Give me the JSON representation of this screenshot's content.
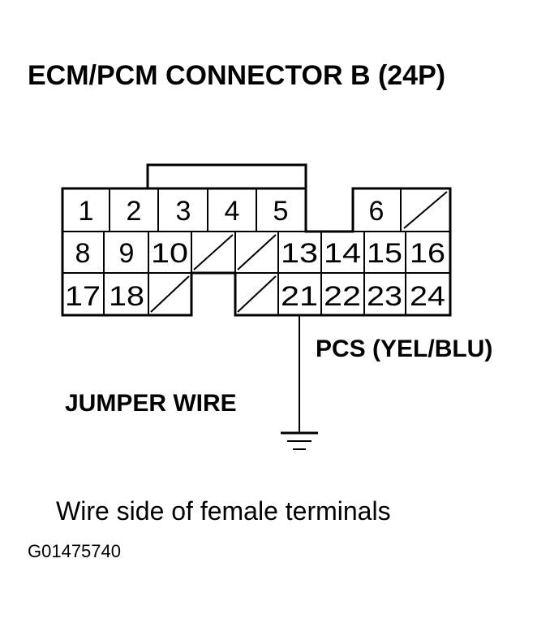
{
  "title": "ECM/PCM CONNECTOR B (24P)",
  "connector": {
    "row1": [
      "1",
      "2",
      "3",
      "4",
      "5",
      "6"
    ],
    "row2": [
      "8",
      "9",
      "10",
      "13",
      "14",
      "15",
      "16"
    ],
    "row3": [
      "17",
      "18",
      "21",
      "22",
      "23",
      "24"
    ]
  },
  "labels": {
    "pcs": "PCS (YEL/BLU)",
    "jumper": "JUMPER WIRE"
  },
  "caption": "Wire side of female terminals",
  "figure_code": "G01475740"
}
